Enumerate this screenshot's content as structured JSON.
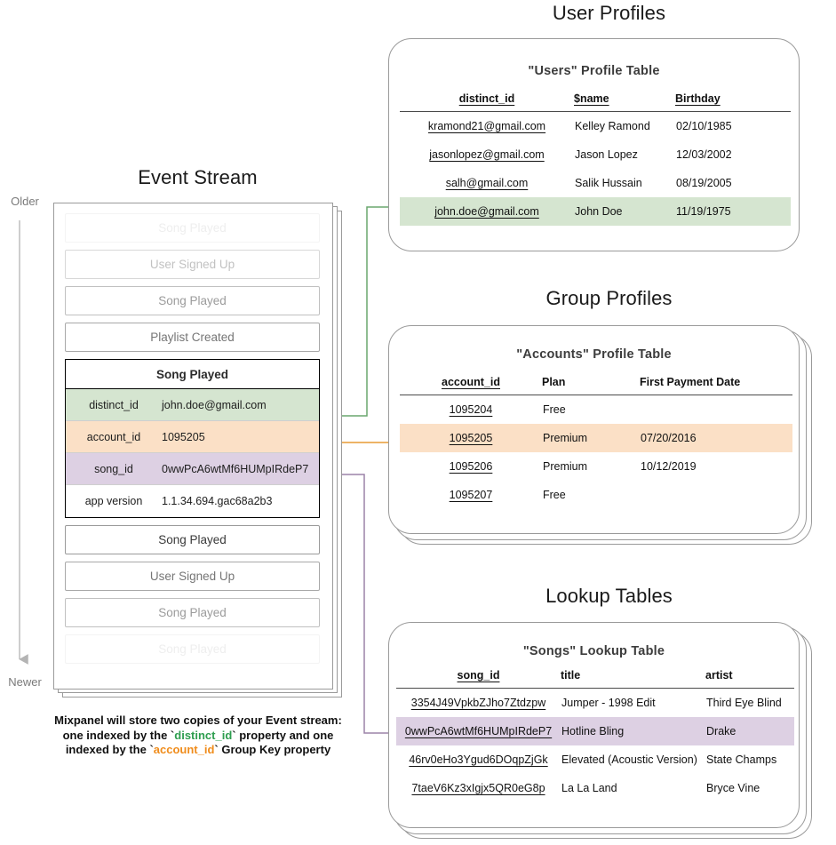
{
  "sections": {
    "event_stream_title": "Event Stream",
    "user_profiles_title": "User Profiles",
    "group_profiles_title": "Group Profiles",
    "lookup_tables_title": "Lookup Tables"
  },
  "timeline": {
    "older_label": "Older",
    "newer_label": "Newer"
  },
  "event_stream": {
    "events_before": [
      {
        "name": "Song Played",
        "fade": "f1"
      },
      {
        "name": "User Signed Up",
        "fade": "f2"
      },
      {
        "name": "Song Played",
        "fade": "f3"
      },
      {
        "name": "Playlist Created",
        "fade": "f4"
      }
    ],
    "expanded_event": {
      "title": "Song Played",
      "properties": [
        {
          "key": "distinct_id",
          "value": "john.doe@gmail.com",
          "highlight": "green"
        },
        {
          "key": "account_id",
          "value": "1095205",
          "highlight": "orange"
        },
        {
          "key": "song_id",
          "value": "0wwPcA6wtMf6HUMpIRdeP7",
          "highlight": "purple"
        },
        {
          "key": "app version",
          "value": "1.1.34.694.gac68a2b3",
          "highlight": "plain"
        }
      ]
    },
    "events_after": [
      {
        "name": "Song Played",
        "fade": "solid"
      },
      {
        "name": "User Signed Up",
        "fade": "f4"
      },
      {
        "name": "Song Played",
        "fade": "f3"
      },
      {
        "name": "Song Played",
        "fade": "f1"
      }
    ]
  },
  "caption": {
    "line1": "Mixpanel will store two copies of your Event stream:",
    "line2_a": "one indexed by the ",
    "line2_token": "distinct_id",
    "line2_b": " property and one",
    "line3_a": "indexed by the ",
    "line3_token": "account_id",
    "line3_b": " Group Key property"
  },
  "users_table": {
    "title": "\"Users\" Profile Table",
    "columns": [
      "distinct_id",
      "$name",
      "Birthday"
    ],
    "rows": [
      {
        "distinct_id": "kramond21@gmail.com",
        "name": "Kelley Ramond",
        "birthday": "02/10/1985",
        "highlight": ""
      },
      {
        "distinct_id": "jasonlopez@gmail.com",
        "name": "Jason Lopez",
        "birthday": "12/03/2002",
        "highlight": ""
      },
      {
        "distinct_id": "salh@gmail.com",
        "name": "Salik Hussain",
        "birthday": "08/19/2005",
        "highlight": ""
      },
      {
        "distinct_id": "john.doe@gmail.com",
        "name": "John Doe",
        "birthday": "11/19/1975",
        "highlight": "green"
      }
    ]
  },
  "accounts_table": {
    "title": "\"Accounts\" Profile Table",
    "columns": [
      "account_id",
      "Plan",
      "First Payment Date"
    ],
    "rows": [
      {
        "account_id": "1095204",
        "plan": "Free",
        "first_payment": "",
        "highlight": ""
      },
      {
        "account_id": "1095205",
        "plan": "Premium",
        "first_payment": "07/20/2016",
        "highlight": "orange"
      },
      {
        "account_id": "1095206",
        "plan": "Premium",
        "first_payment": "10/12/2019",
        "highlight": ""
      },
      {
        "account_id": "1095207",
        "plan": "Free",
        "first_payment": "",
        "highlight": ""
      }
    ]
  },
  "songs_table": {
    "title": "\"Songs\" Lookup Table",
    "columns": [
      "song_id",
      "title",
      "artist"
    ],
    "rows": [
      {
        "song_id": "3354J49VpkbZJho7Ztdzpw",
        "title": "Jumper - 1998 Edit",
        "artist": "Third Eye Blind",
        "highlight": ""
      },
      {
        "song_id": "0wwPcA6wtMf6HUMpIRdeP7",
        "title": "Hotline Bling",
        "artist": "Drake",
        "highlight": "purple"
      },
      {
        "song_id": "46rv0eHo3Ygud6DOqpZjGk",
        "title": "Elevated (Acoustic Version)",
        "artist": "State Champs",
        "highlight": ""
      },
      {
        "song_id": "7taeV6Kz3xIgjx5QR0eG8p",
        "title": "La La Land",
        "artist": "Bryce Vine",
        "highlight": ""
      }
    ]
  },
  "colors": {
    "green": "#d5e5d0",
    "orange": "#fbe0c6",
    "purple": "#ddd0e3",
    "green_line": "#6aa76f",
    "orange_line": "#e79a33",
    "purple_line": "#9b83a8",
    "border_gray": "#9a9a9a",
    "timeline_gray": "#b4b4b4",
    "token_green": "#2e9e4f",
    "token_orange": "#f08c1b"
  }
}
